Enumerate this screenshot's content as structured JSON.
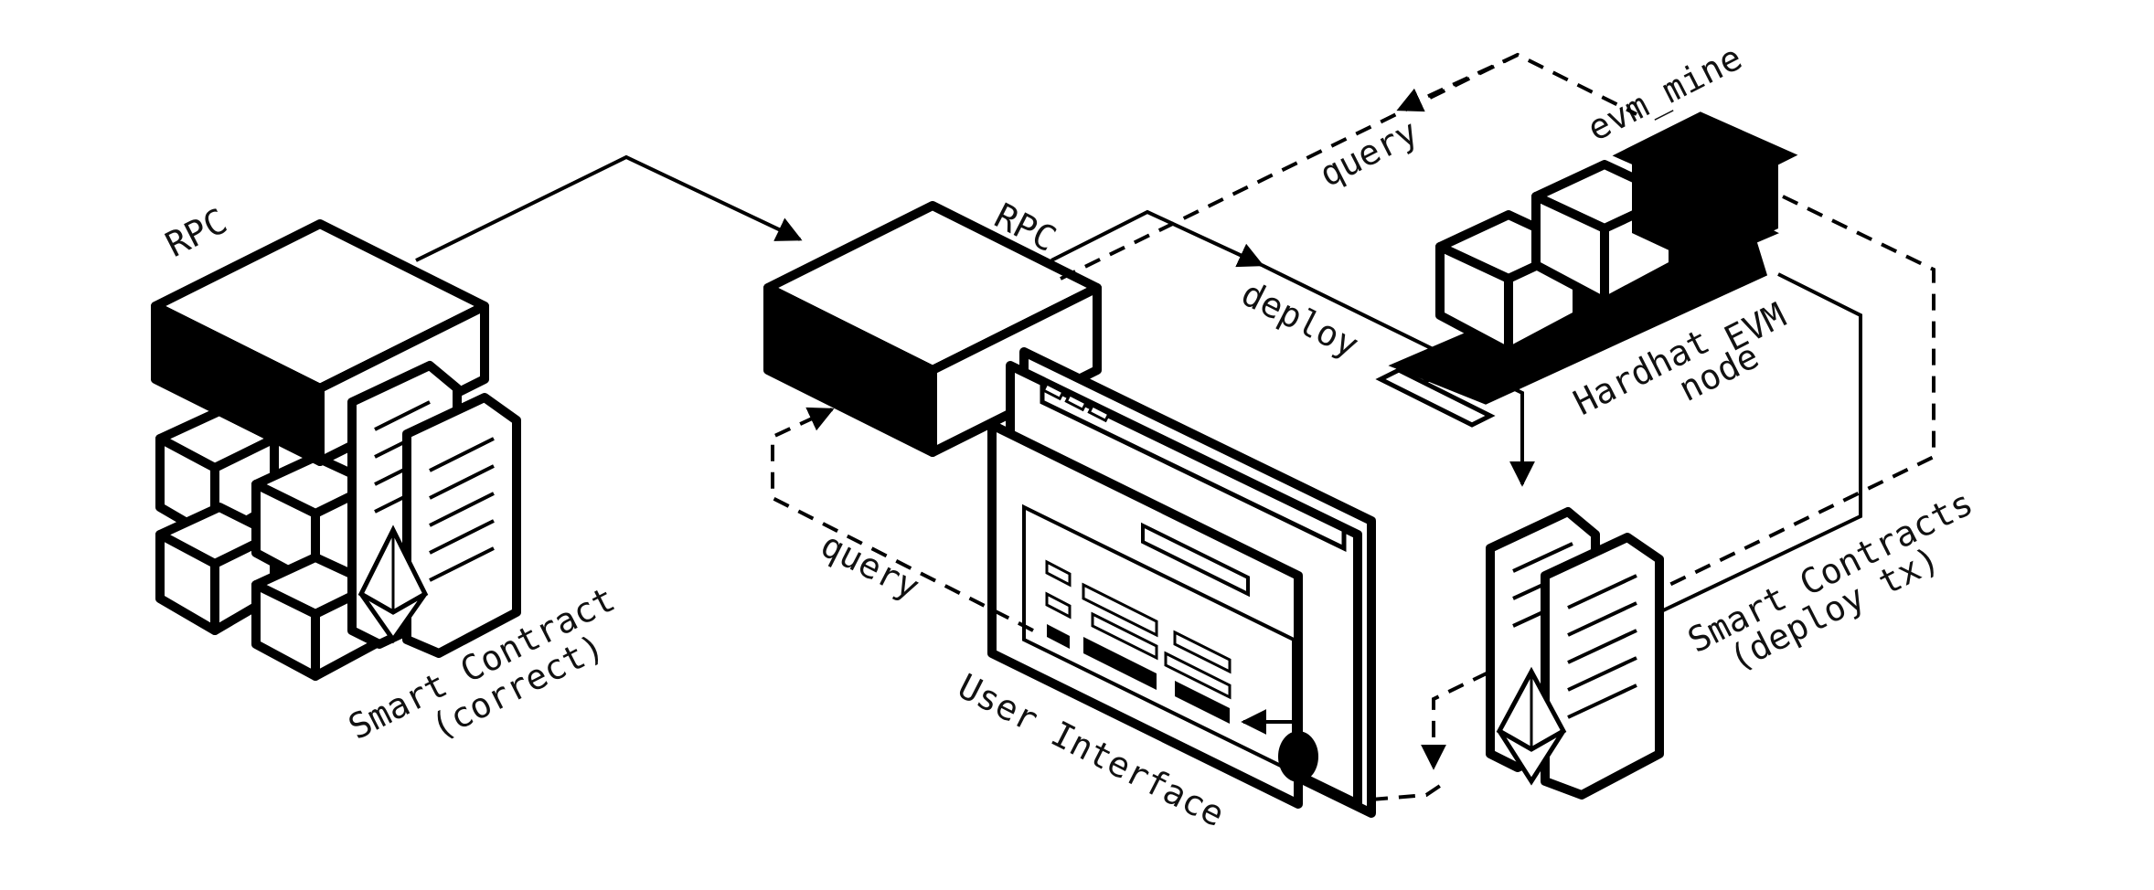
{
  "labels": {
    "rpc_left": "RPC",
    "rpc_center": "RPC",
    "smart_contract_line1": "Smart Contract",
    "smart_contract_line2": "(correct)",
    "query_top": "query",
    "evm_mine": "evm_mine",
    "deploy": "deploy",
    "hardhat_line1": "Hardhat",
    "hardhat_line2": "node",
    "evm": "EVM",
    "query_bottom": "query",
    "user_interface": "User Interface",
    "smart_contracts_line1": "Smart Contracts",
    "smart_contracts_line2": "(deploy tx)"
  },
  "icons": [
    "rpc-server-icon",
    "ethereum-icon",
    "document-icon",
    "browser-window-icon",
    "block-cube-icon"
  ],
  "colors": {
    "ink": "#000000",
    "paper": "#ffffff"
  }
}
